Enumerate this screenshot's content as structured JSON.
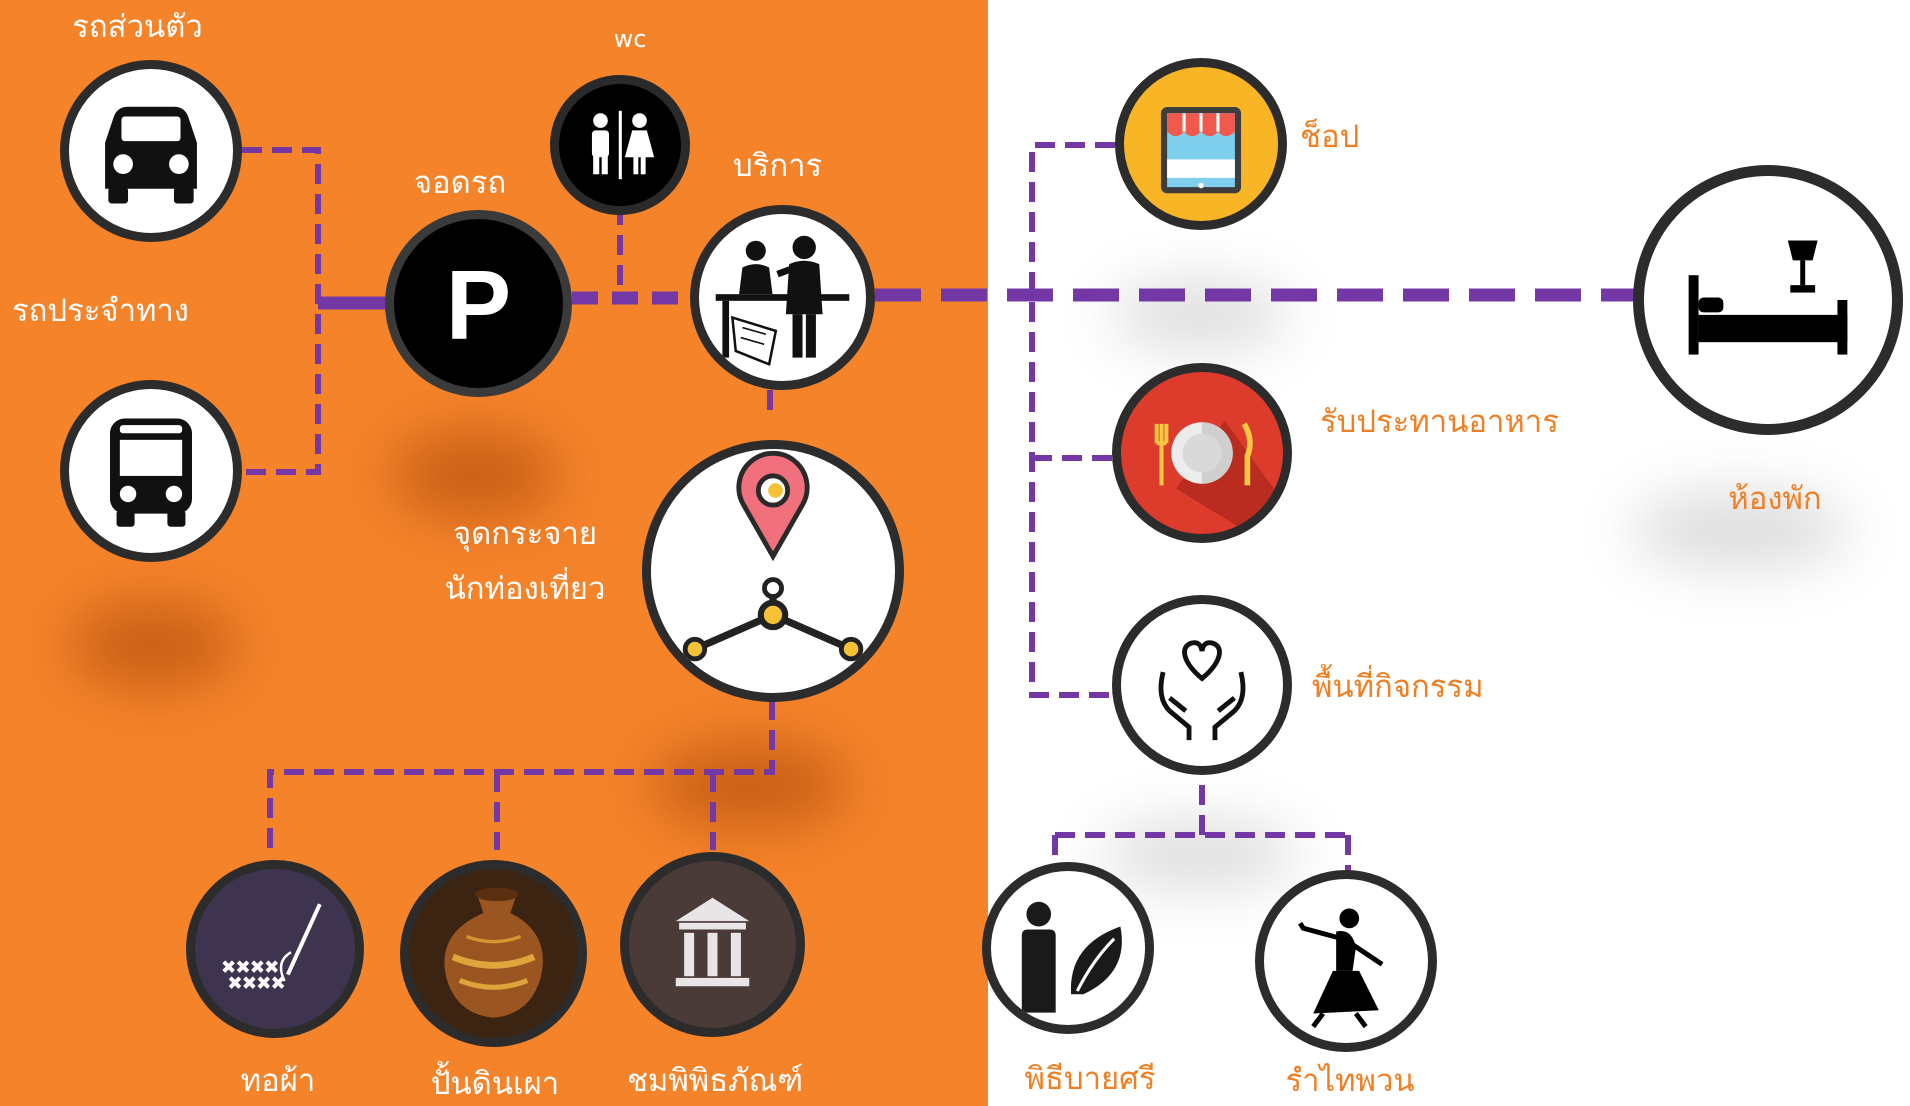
{
  "colors": {
    "panel": "#f5832a",
    "connector": "#7438a6",
    "node_ring": "#2c2c2c",
    "label_on_panel": "#ffffff",
    "label_on_white": "#f07f23"
  },
  "nodes": {
    "private_car": {
      "label": "รถส่วนตัว",
      "icon": "car-icon"
    },
    "public_bus": {
      "label": "รถประจำทาง",
      "icon": "bus-icon"
    },
    "parking": {
      "label": "จอดรถ",
      "icon": "parking-icon"
    },
    "wc": {
      "label": "wc",
      "icon": "restroom-icon"
    },
    "service": {
      "label": "บริการ",
      "icon": "reception-icon"
    },
    "distribution": {
      "label_line1": "จุดกระจาย",
      "label_line2": "นักท่องเที่ยว",
      "icon": "location-hub-icon"
    },
    "weaving": {
      "label": "ทอผ้า",
      "icon": "cross-stitch-icon"
    },
    "pottery": {
      "label": "ปั้นดินเผา",
      "icon": "clay-pot-icon"
    },
    "museum": {
      "label": "ชมพิพิธภัณฑ์",
      "icon": "museum-icon"
    },
    "shop": {
      "label": "ช็อป",
      "icon": "shop-icon"
    },
    "dining": {
      "label": "รับประทานอาหาร",
      "icon": "dining-plate-icon"
    },
    "activity": {
      "label": "พื้นที่กิจกรรม",
      "icon": "heart-hands-icon"
    },
    "ceremony": {
      "label": "พิธีบายศรี",
      "icon": "ceremony-icon"
    },
    "dance": {
      "label": "รำไทพวน",
      "icon": "dancer-icon"
    },
    "room": {
      "label": "ห้องพัก",
      "icon": "bed-icon"
    }
  }
}
